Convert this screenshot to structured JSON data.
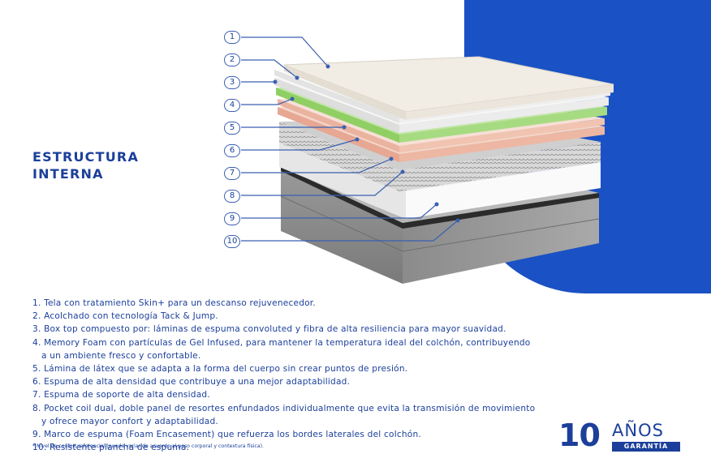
{
  "title": {
    "line1": "ESTRUCTURA",
    "line2": "INTERNA"
  },
  "layers": [
    "1",
    "2",
    "3",
    "4",
    "5",
    "6",
    "7",
    "8",
    "9",
    "10"
  ],
  "features": [
    "1. Tela con tratamiento Skin+ para un descanso rejuvenecedor.",
    "2. Acolchado con tecnología Tack & Jump.",
    "3. Box top compuesto por: láminas de espuma convoluted y fibra de alta resiliencia para mayor suavidad.",
    "4. Memory Foam con partículas de Gel Infused, para mantener la temperatura ideal del colchón, contribuyendo",
    "a un ambiente fresco y confortable.",
    "5. Lámina de látex que se adapta a la forma del cuerpo sin crear puntos de presión.",
    "6. Espuma de alta densidad que contribuye a una mejor adaptabilidad.",
    "7. Espuma de soporte de alta densidad.",
    "8. Pocket coil dual, doble panel de resortes enfundados individualmente que evita la transmisión de movimiento",
    "y ofrece mayor confort y adaptabilidad.",
    "9. Marco de espuma (Foam Encasement) que refuerza los bordes laterales del colchón.",
    "10. Resistente plancha de espuma."
  ],
  "footnote": "* Nivel de confort referencial (puede variar de acuerdo al peso corporal y contextura física).",
  "warranty": {
    "number": "10",
    "word": "AÑOS",
    "label": "GARANTÍA"
  },
  "colors": {
    "brand_blue": "#1a51c4",
    "text_blue": "#1b3f9a"
  }
}
